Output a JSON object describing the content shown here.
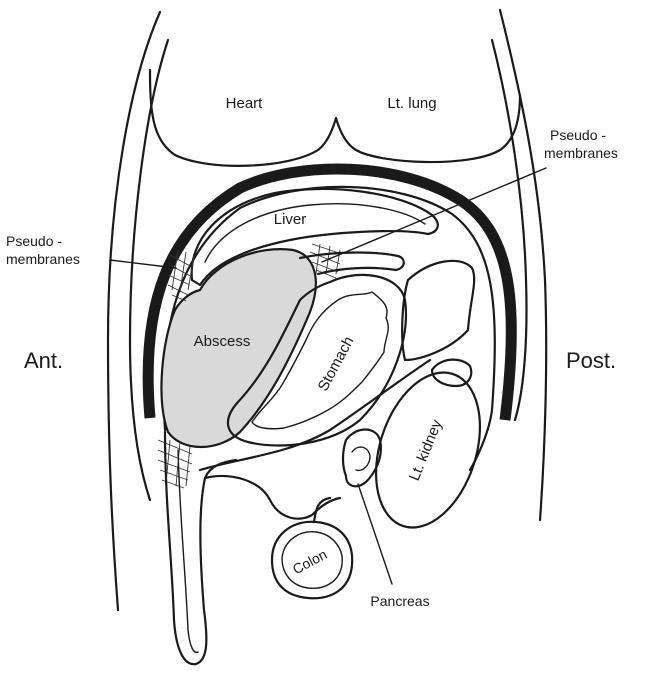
{
  "labels": {
    "heart": "Heart",
    "lt_lung": "Lt. lung",
    "pseudo_right_line1": "Pseudo -",
    "pseudo_right_line2": "membranes",
    "pseudo_left_line1": "Pseudo -",
    "pseudo_left_line2": "membranes",
    "liver": "Liver",
    "abscess": "Abscess",
    "stomach": "Stomach",
    "ant": "Ant.",
    "post": "Post.",
    "lt_kidney": "Lt. kidney",
    "colon": "Colon",
    "pancreas": "Pancreas"
  },
  "colors": {
    "ink": "#1a1a1a",
    "abscess_fill": "#d9d9d9",
    "background": "#ffffff"
  }
}
